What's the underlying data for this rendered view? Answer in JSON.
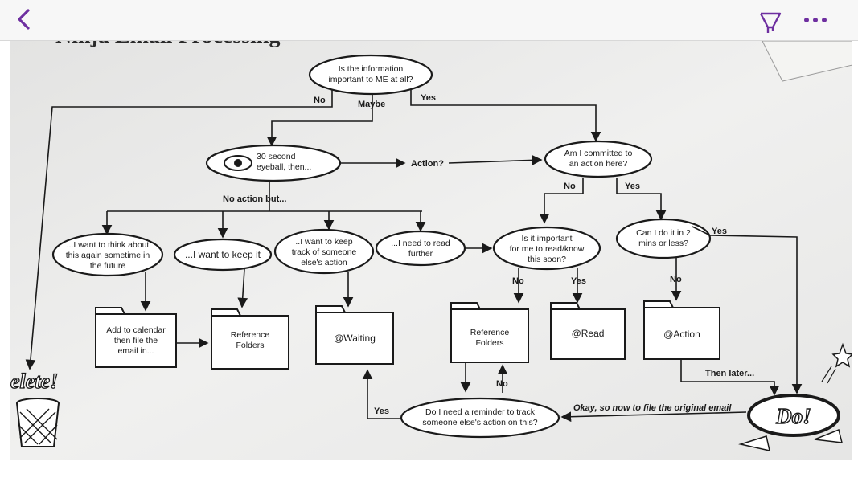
{
  "toolbar": {
    "back_icon": "chevron-left-icon",
    "pen_icon": "highlighter-pen-icon",
    "more_icon": "more-dots-icon",
    "accent": "#6e2fa0"
  },
  "diagram": {
    "title_partial": "Ninja Email Processing",
    "start": {
      "line1": "Is the information",
      "line2": "important to ME at all?"
    },
    "edges": {
      "no": "No",
      "maybe": "Maybe",
      "yes": "Yes",
      "action_q": "Action?",
      "no_action_but": "No action but...",
      "committed_no": "No",
      "committed_yes": "Yes",
      "important_no": "No",
      "important_yes": "Yes",
      "twomin_yes": "Yes",
      "twomin_no": "No",
      "then_later": "Then later...",
      "okay_file": "Okay, so now to file the original email",
      "reminder_yes": "Yes",
      "reminder_no": "No"
    },
    "eyeball": {
      "line1": "30 second",
      "line2": "eyeball, then..."
    },
    "committed": {
      "line1": "Am I committed to",
      "line2": "an action here?"
    },
    "think": {
      "line1": "...I want to think about",
      "line2": "this again sometime in",
      "line3": "the future"
    },
    "keep": {
      "line1": "...I want to keep it"
    },
    "track": {
      "line1": "..I want to keep",
      "line2": "track of someone",
      "line3": "else's action"
    },
    "read_further": {
      "line1": "...I need to read",
      "line2": "further"
    },
    "important": {
      "line1": "Is it important",
      "line2": "for me to read/know",
      "line3": "this soon?"
    },
    "twomin": {
      "line1": "Can I do it in 2",
      "line2": "mins or less?"
    },
    "folders": {
      "calendar": {
        "line1": "Add to calendar",
        "line2": "then file the",
        "line3": "email in..."
      },
      "reference1": {
        "line1": "Reference",
        "line2": "Folders"
      },
      "waiting": "@Waiting",
      "reference2": {
        "line1": "Reference",
        "line2": "Folders"
      },
      "read": "@Read",
      "action": "@Action"
    },
    "reminder": {
      "line1": "Do I need a reminder to track",
      "line2": "someone else's action on this?"
    },
    "do_it": "Do!",
    "delete": "elete!"
  }
}
